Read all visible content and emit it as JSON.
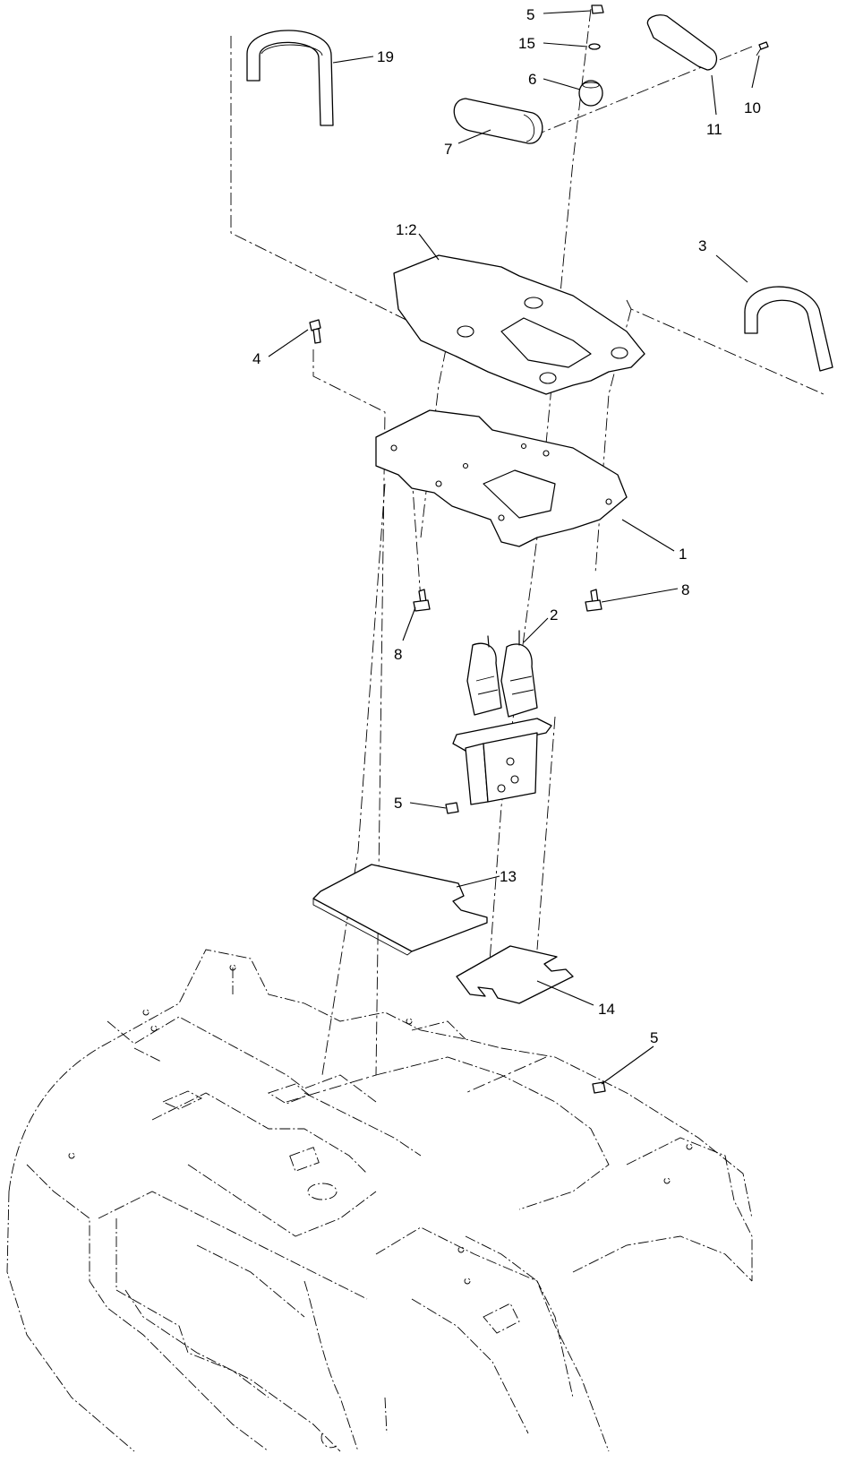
{
  "callouts": [
    {
      "id": "c5a",
      "label": "5"
    },
    {
      "id": "c15",
      "label": "15"
    },
    {
      "id": "c6",
      "label": "6"
    },
    {
      "id": "c7",
      "label": "7"
    },
    {
      "id": "c19",
      "label": "19"
    },
    {
      "id": "c11",
      "label": "11"
    },
    {
      "id": "c10",
      "label": "10"
    },
    {
      "id": "c1_2",
      "label": "1:2"
    },
    {
      "id": "c3",
      "label": "3"
    },
    {
      "id": "c4",
      "label": "4"
    },
    {
      "id": "c1",
      "label": "1"
    },
    {
      "id": "c8a",
      "label": "8"
    },
    {
      "id": "c8b",
      "label": "8"
    },
    {
      "id": "c2",
      "label": "2"
    },
    {
      "id": "c5b",
      "label": "5"
    },
    {
      "id": "c13",
      "label": "13"
    },
    {
      "id": "c14",
      "label": "14"
    },
    {
      "id": "c5c",
      "label": "5"
    }
  ]
}
